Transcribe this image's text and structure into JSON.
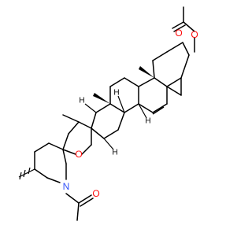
{
  "colors": {
    "background": "#ffffff",
    "bond": "#000000",
    "oxygen": "#ff0d0d",
    "nitrogen": "#3050f8",
    "hydrogen": "#000000"
  },
  "atom_labels": {
    "ester_carbonyl_o": "O",
    "ester_o": "O",
    "ring_o": "O",
    "amide_o": "O",
    "amine_n": "N",
    "stereo_h": "H"
  }
}
